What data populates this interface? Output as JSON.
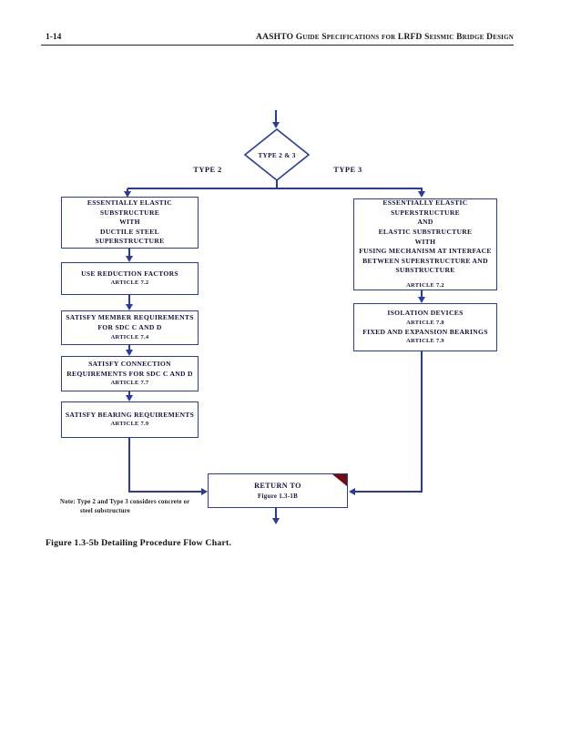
{
  "colors": {
    "line_blue": "#2b3aa0",
    "box_text": "#14143e",
    "corner_maroon": "#7a0b0b",
    "header_text": "#1a1a1a"
  },
  "header": {
    "page_number": "1-14",
    "title": "AASHTO Guide Specifications for LRFD Seismic Bridge Design"
  },
  "flowchart": {
    "entry_decision": {
      "label": "TYPE 2 & 3"
    },
    "branches": {
      "left": "TYPE 2",
      "right": "TYPE 3"
    },
    "left_column": {
      "box1": {
        "lines": [
          "ESSENTIALLY ELASTIC",
          "SUBSTRUCTURE",
          "WITH",
          "DUCTILE STEEL",
          "SUPERSTRUCTURE"
        ]
      },
      "box2": {
        "title": "USE REDUCTION FACTORS",
        "article": "ARTICLE 7.2"
      },
      "box3": {
        "line1": "SATISFY MEMBER REQUIREMENTS",
        "line2": "FOR SDC C AND D",
        "article": "ARTICLE 7.4"
      },
      "box4": {
        "line1": "SATISFY CONNECTION",
        "line2": "REQUIREMENTS FOR SDC C AND D",
        "article": "ARTICLE 7.7"
      },
      "box5": {
        "title": "SATISFY BEARING REQUIREMENTS",
        "article": "ARTICLE 7.9"
      }
    },
    "right_column": {
      "box1": {
        "lines": [
          "ESSENTIALLY ELASTIC",
          "SUPERSTRUCTURE",
          "AND",
          "ELASTIC SUBSTRUCTURE",
          "WITH",
          "FUSING MECHANISM AT INTERFACE",
          "BETWEEN SUPERSTRUCTURE AND",
          "SUBSTRUCTURE"
        ],
        "article": "ARTICLE 7.2"
      },
      "box2": {
        "line1": "ISOLATION DEVICES",
        "article1": "ARTICLE 7.8",
        "line2": "FIXED AND EXPANSION BEARINGS",
        "article2": "ARTICLE 7.9"
      }
    },
    "return_box": {
      "title": "RETURN TO",
      "subtitle": "Figure 1.3-1B"
    }
  },
  "note": {
    "line1": "Note:  Type 2 and Type 3 considers concrete or",
    "line2": "steel substructure"
  },
  "caption": "Figure 1.3-5b Detailing Procedure Flow Chart."
}
